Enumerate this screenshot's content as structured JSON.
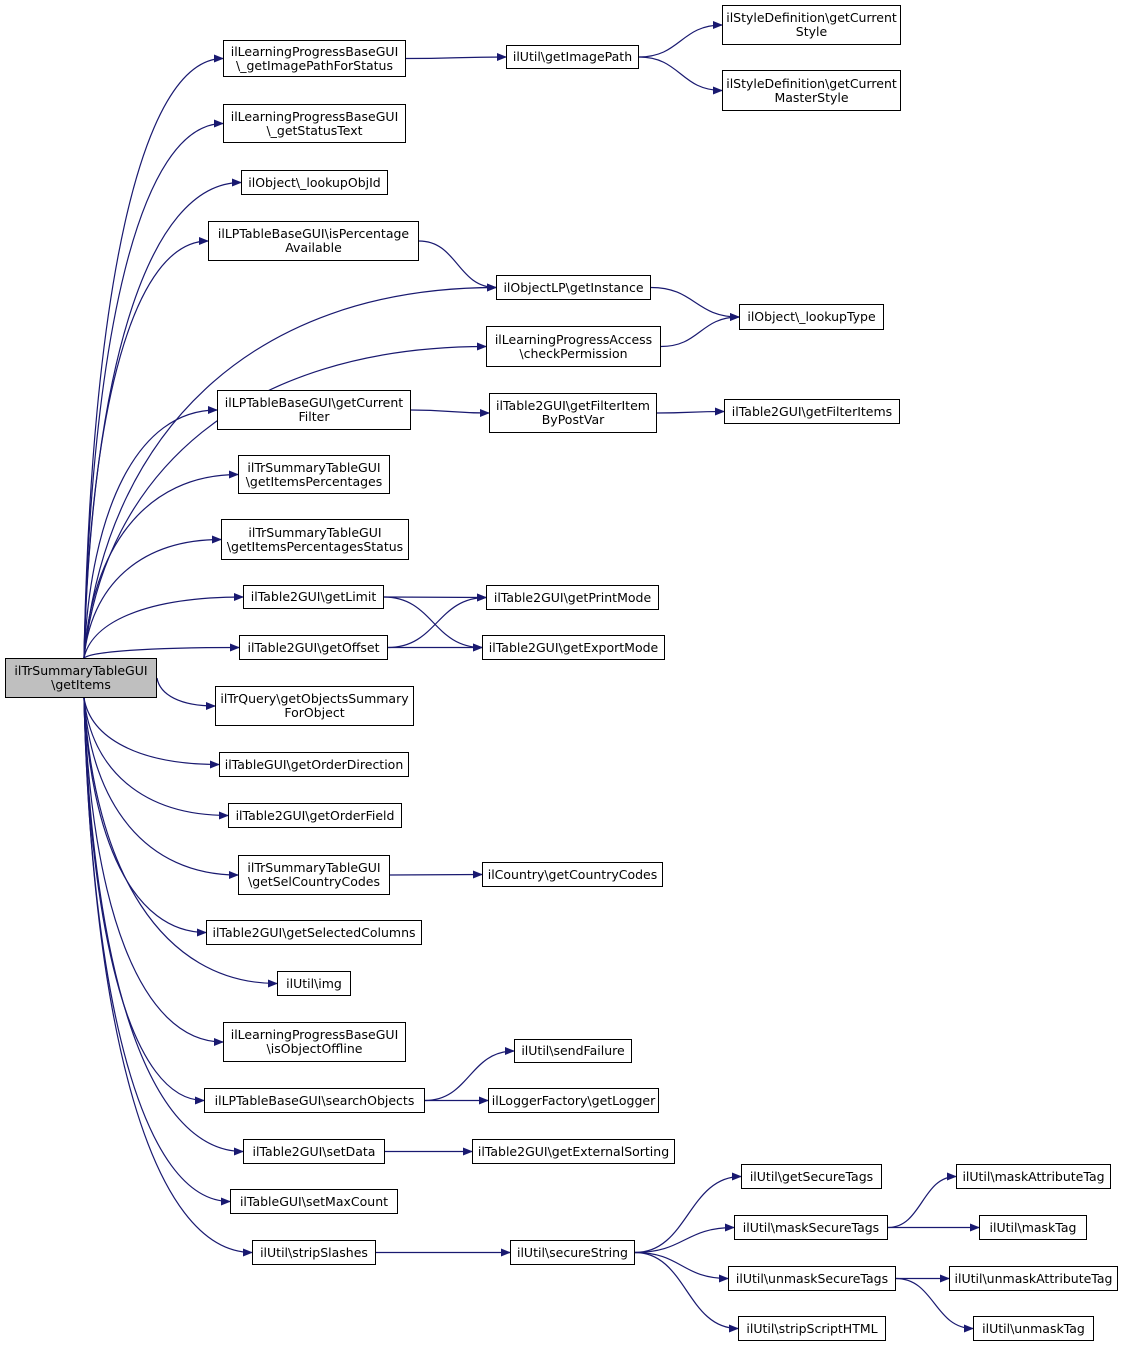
{
  "colors": {
    "edge": "#191970",
    "node_border": "#000000",
    "node_fill": "#ffffff",
    "root_fill": "#bfbfbf"
  },
  "nodes": [
    {
      "id": "root",
      "lines": [
        "ilTrSummaryTableGUI",
        "\\getItems"
      ],
      "root": true
    },
    {
      "id": "lpb_getImagePathForStatus",
      "lines": [
        "ilLearningProgressBaseGUI",
        "\\_getImagePathForStatus"
      ]
    },
    {
      "id": "util_getImagePath",
      "lines": [
        "ilUtil\\getImagePath"
      ]
    },
    {
      "id": "style_getCurrentStyle",
      "lines": [
        "ilStyleDefinition\\getCurrent",
        "Style"
      ]
    },
    {
      "id": "style_getCurrentMasterStyle",
      "lines": [
        "ilStyleDefinition\\getCurrent",
        "MasterStyle"
      ]
    },
    {
      "id": "lpb_getStatusText",
      "lines": [
        "ilLearningProgressBaseGUI",
        "\\_getStatusText"
      ]
    },
    {
      "id": "obj_lookupObjId",
      "lines": [
        "ilObject\\_lookupObjId"
      ]
    },
    {
      "id": "lptb_isPercentageAvailable",
      "lines": [
        "ilLPTableBaseGUI\\isPercentage",
        "Available"
      ]
    },
    {
      "id": "objlp_getInstance",
      "lines": [
        "ilObjectLP\\getInstance"
      ]
    },
    {
      "id": "obj_lookupType",
      "lines": [
        "ilObject\\_lookupType"
      ]
    },
    {
      "id": "lpa_checkPermission",
      "lines": [
        "ilLearningProgressAccess",
        "\\checkPermission"
      ]
    },
    {
      "id": "lptb_getCurrentFilter",
      "lines": [
        "ilLPTableBaseGUI\\getCurrent",
        "Filter"
      ]
    },
    {
      "id": "t2_getFilterItemByPostVar",
      "lines": [
        "ilTable2GUI\\getFilterItem",
        "ByPostVar"
      ]
    },
    {
      "id": "t2_getFilterItems",
      "lines": [
        "ilTable2GUI\\getFilterItems"
      ]
    },
    {
      "id": "trs_getItemsPercentages",
      "lines": [
        "ilTrSummaryTableGUI",
        "\\getItemsPercentages"
      ]
    },
    {
      "id": "trs_getItemsPercentagesStatus",
      "lines": [
        "ilTrSummaryTableGUI",
        "\\getItemsPercentagesStatus"
      ]
    },
    {
      "id": "t2_getLimit",
      "lines": [
        "ilTable2GUI\\getLimit"
      ]
    },
    {
      "id": "t2_getPrintMode",
      "lines": [
        "ilTable2GUI\\getPrintMode"
      ]
    },
    {
      "id": "t2_getOffset",
      "lines": [
        "ilTable2GUI\\getOffset"
      ]
    },
    {
      "id": "t2_getExportMode",
      "lines": [
        "ilTable2GUI\\getExportMode"
      ]
    },
    {
      "id": "trq_getObjectsSummaryForObject",
      "lines": [
        "ilTrQuery\\getObjectsSummary",
        "ForObject"
      ]
    },
    {
      "id": "t_getOrderDirection",
      "lines": [
        "ilTableGUI\\getOrderDirection"
      ]
    },
    {
      "id": "t2_getOrderField",
      "lines": [
        "ilTable2GUI\\getOrderField"
      ]
    },
    {
      "id": "trs_getSelCountryCodes",
      "lines": [
        "ilTrSummaryTableGUI",
        "\\getSelCountryCodes"
      ]
    },
    {
      "id": "country_getCountryCodes",
      "lines": [
        "ilCountry\\getCountryCodes"
      ]
    },
    {
      "id": "t2_getSelectedColumns",
      "lines": [
        "ilTable2GUI\\getSelectedColumns"
      ]
    },
    {
      "id": "util_img",
      "lines": [
        "ilUtil\\img"
      ]
    },
    {
      "id": "lpb_isObjectOffline",
      "lines": [
        "ilLearningProgressBaseGUI",
        "\\isObjectOffline"
      ]
    },
    {
      "id": "lptb_searchObjects",
      "lines": [
        "ilLPTableBaseGUI\\searchObjects"
      ]
    },
    {
      "id": "util_sendFailure",
      "lines": [
        "ilUtil\\sendFailure"
      ]
    },
    {
      "id": "logger_getLogger",
      "lines": [
        "ilLoggerFactory\\getLogger"
      ]
    },
    {
      "id": "t2_setData",
      "lines": [
        "ilTable2GUI\\setData"
      ]
    },
    {
      "id": "t2_getExternalSorting",
      "lines": [
        "ilTable2GUI\\getExternalSorting"
      ]
    },
    {
      "id": "t_setMaxCount",
      "lines": [
        "ilTableGUI\\setMaxCount"
      ]
    },
    {
      "id": "util_stripSlashes",
      "lines": [
        "ilUtil\\stripSlashes"
      ]
    },
    {
      "id": "util_secureString",
      "lines": [
        "ilUtil\\secureString"
      ]
    },
    {
      "id": "util_getSecureTags",
      "lines": [
        "ilUtil\\getSecureTags"
      ]
    },
    {
      "id": "util_maskSecureTags",
      "lines": [
        "ilUtil\\maskSecureTags"
      ]
    },
    {
      "id": "util_maskAttributeTag",
      "lines": [
        "ilUtil\\maskAttributeTag"
      ]
    },
    {
      "id": "util_maskTag",
      "lines": [
        "ilUtil\\maskTag"
      ]
    },
    {
      "id": "util_unmaskSecureTags",
      "lines": [
        "ilUtil\\unmaskSecureTags"
      ]
    },
    {
      "id": "util_unmaskAttributeTag",
      "lines": [
        "ilUtil\\unmaskAttributeTag"
      ]
    },
    {
      "id": "util_stripScriptHTML",
      "lines": [
        "ilUtil\\stripScriptHTML"
      ]
    },
    {
      "id": "util_unmaskTag",
      "lines": [
        "ilUtil\\unmaskTag"
      ]
    }
  ],
  "edges": [
    [
      "root",
      "lpb_getImagePathForStatus"
    ],
    [
      "root",
      "lpb_getStatusText"
    ],
    [
      "root",
      "obj_lookupObjId"
    ],
    [
      "root",
      "lptb_isPercentageAvailable"
    ],
    [
      "root",
      "objlp_getInstance"
    ],
    [
      "root",
      "lpa_checkPermission"
    ],
    [
      "root",
      "lptb_getCurrentFilter"
    ],
    [
      "root",
      "trs_getItemsPercentages"
    ],
    [
      "root",
      "trs_getItemsPercentagesStatus"
    ],
    [
      "root",
      "t2_getLimit"
    ],
    [
      "root",
      "t2_getOffset"
    ],
    [
      "root",
      "trq_getObjectsSummaryForObject"
    ],
    [
      "root",
      "t_getOrderDirection"
    ],
    [
      "root",
      "t2_getOrderField"
    ],
    [
      "root",
      "trs_getSelCountryCodes"
    ],
    [
      "root",
      "t2_getSelectedColumns"
    ],
    [
      "root",
      "util_img"
    ],
    [
      "root",
      "lpb_isObjectOffline"
    ],
    [
      "root",
      "lptb_searchObjects"
    ],
    [
      "root",
      "t2_setData"
    ],
    [
      "root",
      "t_setMaxCount"
    ],
    [
      "root",
      "util_stripSlashes"
    ],
    [
      "lpb_getImagePathForStatus",
      "util_getImagePath"
    ],
    [
      "util_getImagePath",
      "style_getCurrentStyle"
    ],
    [
      "util_getImagePath",
      "style_getCurrentMasterStyle"
    ],
    [
      "lptb_isPercentageAvailable",
      "objlp_getInstance"
    ],
    [
      "objlp_getInstance",
      "obj_lookupType"
    ],
    [
      "lpa_checkPermission",
      "obj_lookupType"
    ],
    [
      "lptb_getCurrentFilter",
      "t2_getFilterItemByPostVar"
    ],
    [
      "t2_getFilterItemByPostVar",
      "t2_getFilterItems"
    ],
    [
      "t2_getLimit",
      "t2_getPrintMode"
    ],
    [
      "t2_getLimit",
      "t2_getExportMode"
    ],
    [
      "t2_getOffset",
      "t2_getPrintMode"
    ],
    [
      "t2_getOffset",
      "t2_getExportMode"
    ],
    [
      "trs_getSelCountryCodes",
      "country_getCountryCodes"
    ],
    [
      "lptb_searchObjects",
      "util_sendFailure"
    ],
    [
      "lptb_searchObjects",
      "logger_getLogger"
    ],
    [
      "t2_setData",
      "t2_getExternalSorting"
    ],
    [
      "util_stripSlashes",
      "util_secureString"
    ],
    [
      "util_secureString",
      "util_getSecureTags"
    ],
    [
      "util_secureString",
      "util_maskSecureTags"
    ],
    [
      "util_secureString",
      "util_unmaskSecureTags"
    ],
    [
      "util_secureString",
      "util_stripScriptHTML"
    ],
    [
      "util_maskSecureTags",
      "util_maskAttributeTag"
    ],
    [
      "util_maskSecureTags",
      "util_maskTag"
    ],
    [
      "util_unmaskSecureTags",
      "util_unmaskAttributeTag"
    ],
    [
      "util_unmaskSecureTags",
      "util_unmaskTag"
    ]
  ]
}
